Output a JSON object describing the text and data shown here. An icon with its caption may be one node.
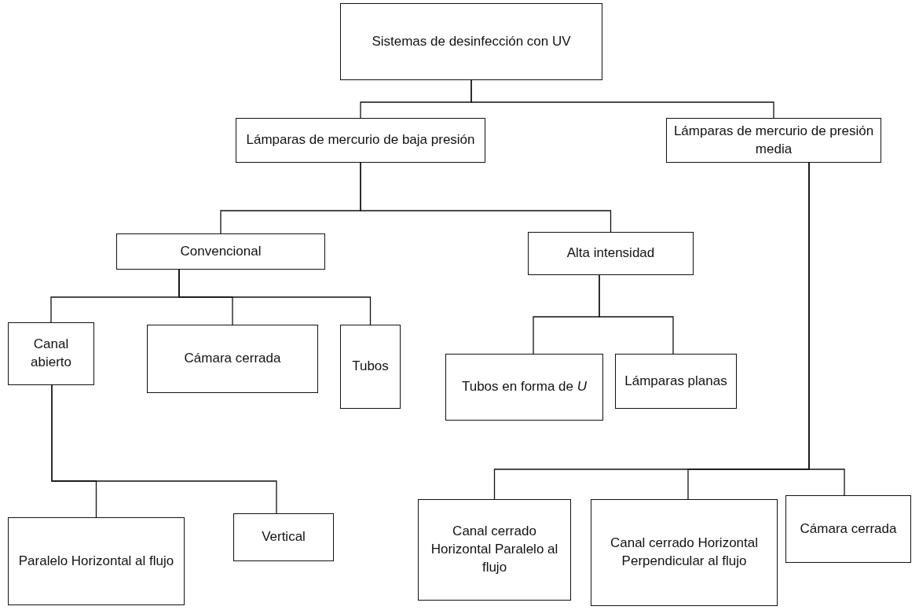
{
  "diagram": {
    "nodes": [
      {
        "text": [
          "Sistemas de desinfección con UV"
        ]
      },
      {
        "text": [
          "Lámparas de mercurio de baja presión"
        ]
      },
      {
        "text": [
          "Lámparas de mercurio de presión media"
        ]
      },
      {
        "text": [
          "Convencional"
        ]
      },
      {
        "text": [
          "Alta intensidad"
        ]
      },
      {
        "text": [
          "Canal abierto"
        ]
      },
      {
        "text": [
          "Cámara cerrada"
        ]
      },
      {
        "text": [
          "Tubos"
        ]
      },
      {
        "text": [
          "Tubos en forma de *U*"
        ]
      },
      {
        "text": [
          "Lámparas planas"
        ]
      },
      {
        "text": [
          "Paralelo Horizontal al flujo"
        ]
      },
      {
        "text": [
          "Vertical"
        ]
      },
      {
        "text": [
          "Canal cerrado Horizontal Paralelo al flujo"
        ]
      },
      {
        "text": [
          "Canal cerrado Horizontal Perpendicular al flujo"
        ]
      },
      {
        "text": [
          "Cámara cerrada"
        ]
      }
    ],
    "edges": [
      {
        "from": 0,
        "to": 1,
        "arrow": "none"
      },
      {
        "from": 0,
        "to": 2,
        "arrow": "none"
      },
      {
        "from": 1,
        "to": 3,
        "arrow": "none"
      },
      {
        "from": 1,
        "to": 4,
        "arrow": "none"
      },
      {
        "from": 3,
        "to": 5,
        "arrow": "none"
      },
      {
        "from": 3,
        "to": 6,
        "arrow": "none"
      },
      {
        "from": 3,
        "to": 7,
        "arrow": "none"
      },
      {
        "from": 4,
        "to": 8,
        "arrow": "none"
      },
      {
        "from": 4,
        "to": 9,
        "arrow": "none"
      },
      {
        "from": 5,
        "to": 10,
        "arrow": "none"
      },
      {
        "from": 5,
        "to": 11,
        "arrow": "none"
      },
      {
        "from": 2,
        "to": 12,
        "arrow": "none"
      },
      {
        "from": 2,
        "to": 13,
        "arrow": "none"
      },
      {
        "from": 2,
        "to": 14,
        "arrow": "none"
      }
    ]
  }
}
